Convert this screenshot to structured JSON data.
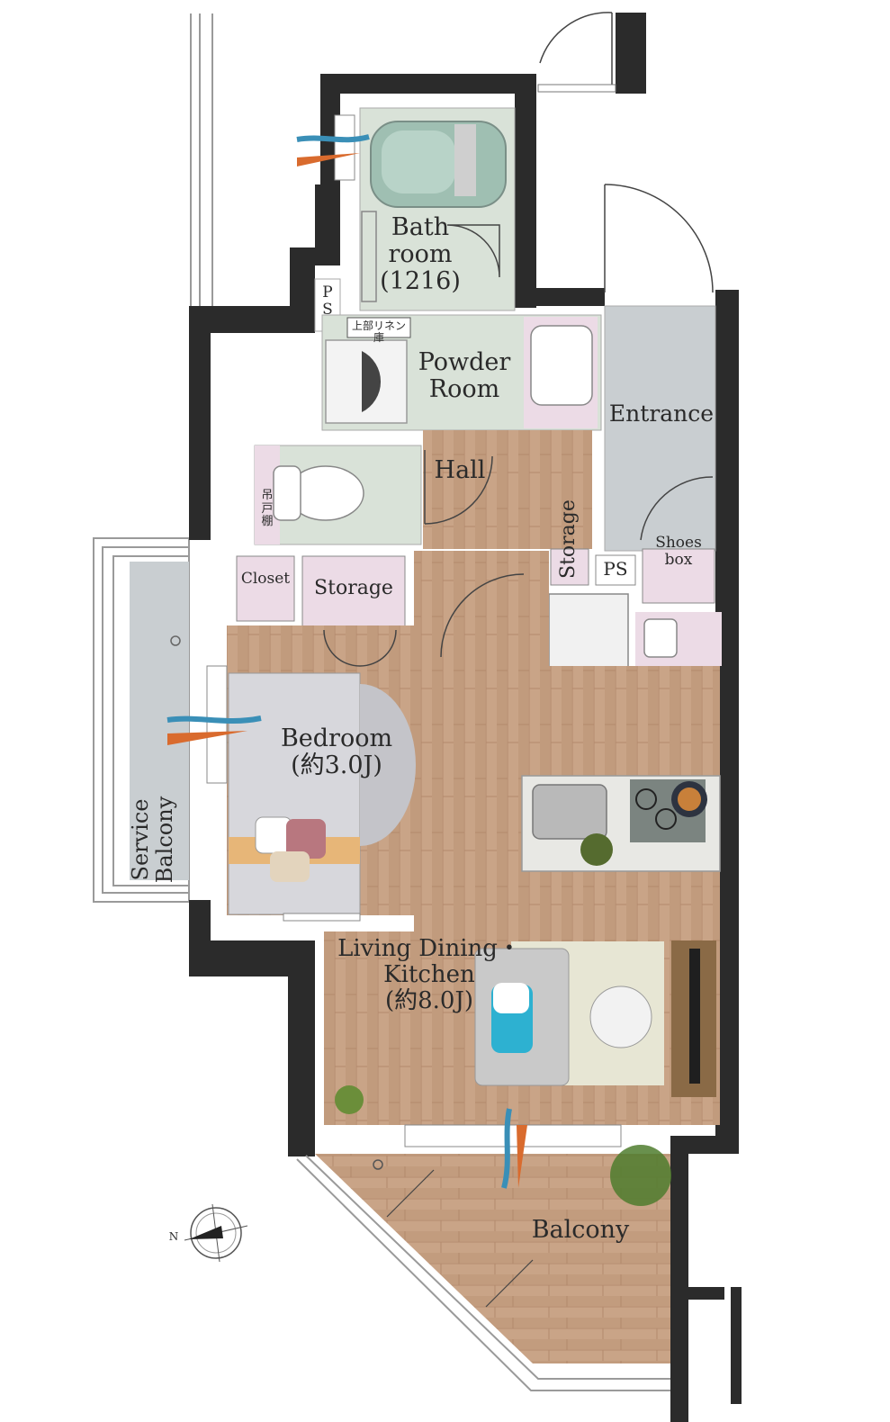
{
  "rooms": {
    "bath": "Bath\nroom\n(1216)",
    "powder": "Powder\nRoom",
    "linen": "上部リネン庫",
    "ps1": "P\nS",
    "entrance": "Entrance",
    "hall": "Hall",
    "toilet_shelf": "吊\n戸\n棚",
    "closet": "Closet",
    "storage1": "Storage",
    "storage2": "Storage",
    "ps2": "PS",
    "shoes_box": "Shoes\nbox",
    "bedroom": "Bedroom\n(約3.0J)",
    "service_balcony": "Service\nBalcony",
    "ldk": "Living Dining・\nKitchen\n(約8.0J)",
    "balcony": "Balcony"
  },
  "compass": {
    "north_label": "N"
  },
  "colors": {
    "wall": "#2b2b2b",
    "wood": "#c9a487",
    "wet_floor": "#d9e2d8",
    "entrance_floor": "#c9ced1",
    "storage_floor": "#ecdbe6",
    "bath_tub": "#9fbfb2",
    "bed": "#d7d7dc"
  }
}
